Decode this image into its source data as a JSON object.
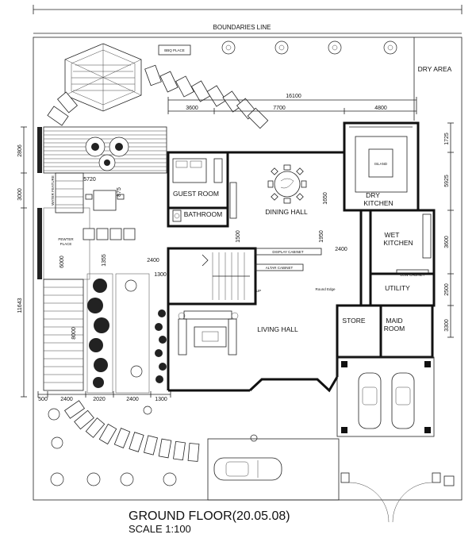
{
  "title": "GROUND FLOOR(20.05.08)",
  "scale": "SCALE 1:100",
  "boundary_label": "BOUNDARIES LINE",
  "rooms": {
    "dry_area": "DRY AREA",
    "guest_room": "GUEST ROOM",
    "bathroom": "BATHROOM",
    "dining_hall": "DINING HALL",
    "dry_kitchen_1": "DRY",
    "dry_kitchen_2": "KITCHEN",
    "wet_kitchen_1": "WET",
    "wet_kitchen_2": "KITCHEN",
    "utility": "UTILITY",
    "store": "STORE",
    "maid_room_1": "MAID",
    "maid_room_2": "ROOM",
    "living_hall": "LIVING HALL",
    "pewter_place_1": "PEWTER",
    "pewter_place_2": "PLACE",
    "island": "ISLAND"
  },
  "labels": {
    "up": "UP",
    "round_edge": "Round Edge",
    "display_cabinet": "DISPLAY CABINET",
    "altar_cabinet": "ALTAR CABINET",
    "low_cabinet": "LOW CABINET",
    "bbq_place": "BBQ PLACE",
    "water_feature": "WATER FEATURE"
  },
  "dimensions": {
    "d16100": "16100",
    "d3600": "3600",
    "d7700": "7700",
    "d4800": "4800",
    "d1725": "1725",
    "d5925": "5925",
    "d2806": "2806",
    "d3000": "3000",
    "d5720": "5720",
    "d875": "875",
    "d1650": "1650",
    "d1500": "1500",
    "d1950": "1950",
    "d2400a": "2400",
    "d2400b": "2400",
    "d1355": "1355",
    "d1300": "1300",
    "d6000": "6000",
    "d11643": "11643",
    "d8000": "8000",
    "d3600b": "3600",
    "d2500": "2500",
    "d3300": "3300",
    "d500": "500",
    "d2400c": "2400",
    "d2020": "2020",
    "d2400d": "2400",
    "d1300b": "1300"
  }
}
